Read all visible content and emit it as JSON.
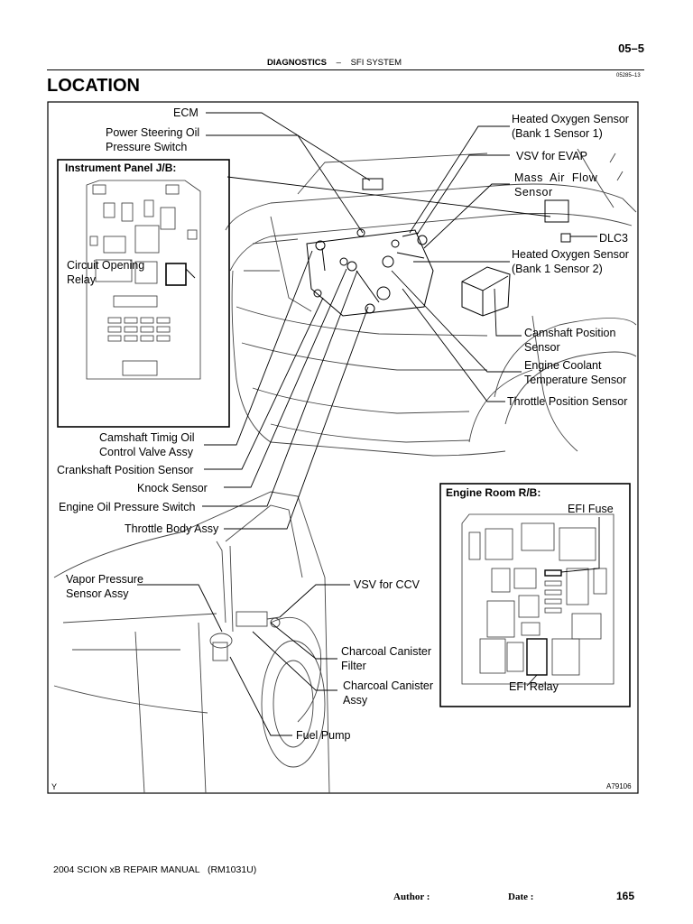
{
  "header": {
    "page_code": "05–5",
    "section": "DIAGNOSTICS",
    "dash": "–",
    "subsection": "SFI SYSTEM",
    "ref_code": "05285–13"
  },
  "page_title": "LOCATION",
  "diagram": {
    "figure_code": "A79106",
    "corner_mark": "Y",
    "instrument_panel_box": {
      "title": "Instrument Panel J/B:",
      "circuit_opening_relay": "Circuit Opening\nRelay"
    },
    "engine_room_box": {
      "title": "Engine Room R/B:",
      "efi_fuse": "EFI Fuse",
      "efi_relay": "EFI Relay"
    },
    "labels": {
      "ecm": "ECM",
      "ps_oil_switch": "Power Steering Oil\nPressure Switch",
      "ho2_bank1_s1": "Heated Oxygen Sensor\n(Bank 1 Sensor 1)",
      "vsv_evap": "VSV for EVAP",
      "maf": "Mass  Air  Flow\nSensor",
      "dlc3": "DLC3",
      "ho2_bank1_s2": "Heated Oxygen Sensor\n(Bank 1 Sensor 2)",
      "cam_pos": "Camshaft Position\nSensor",
      "ect": "Engine Coolant\nTemperature Sensor",
      "tps": "Throttle Position Sensor",
      "ocv": "Camshaft Timig Oil\nControl Valve Assy",
      "crank": "Crankshaft Position Sensor",
      "knock": "Knock Sensor",
      "oil_switch": "Engine Oil Pressure Switch",
      "throttle_body": "Throttle Body Assy",
      "vapor": "Vapor Pressure\nSensor Assy",
      "vsv_ccv": "VSV for CCV",
      "canister_filter": "Charcoal Canister\nFilter",
      "canister_assy": "Charcoal Canister\nAssy",
      "fuel_pump": "Fuel Pump"
    }
  },
  "footer": {
    "manual": "2004 SCION xB REPAIR MANUAL   (RM1031U)",
    "author_label": "Author :",
    "date_label": "Date :",
    "page_number": "165"
  }
}
